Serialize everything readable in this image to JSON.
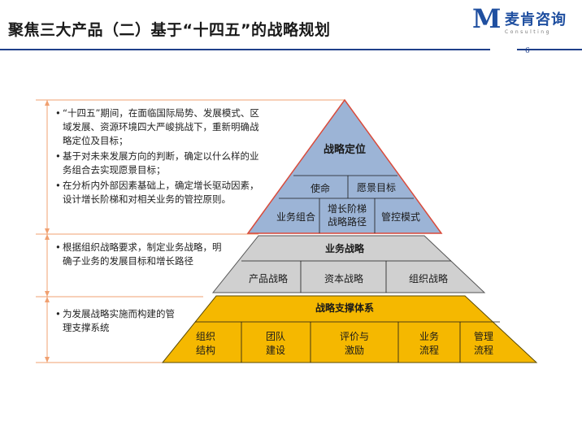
{
  "header": {
    "title": "聚焦三大产品（二）基于“十四五”的战略规划",
    "page_number": "6",
    "logo": {
      "mark": "M",
      "name": "麦肯咨询",
      "tagline": "Consulting"
    }
  },
  "left_bullets": {
    "top": [
      "“十四五”期间，在面临国际局势、发展模式、区域发展、资源环境四大严峻挑战下，重新明确战略定位及目标；",
      "基于对未来发展方向的判断，确定以什么样的业务组合去实现愿景目标；",
      "在分析内外部因素基础上，确定增长驱动因素，设计增长阶梯和对相关业务的管控原则。"
    ],
    "middle": [
      "根据组织战略要求，制定业务战略，明确子业务的发展目标和增长路径"
    ],
    "bottom": [
      "为发展战略实施而构建的管理支撑系统"
    ]
  },
  "pyramid": {
    "top": {
      "title": "战略定位",
      "row1": [
        "使命",
        "愿景目标"
      ],
      "row2": [
        "业务组合",
        "增长阶梯\n战略路径",
        "管控模式"
      ]
    },
    "middle": {
      "title": "业务战略",
      "cells": [
        "产品战略",
        "资本战略",
        "组织战略"
      ]
    },
    "bottom": {
      "title": "战略支撑体系",
      "cells": [
        "组织\n结构",
        "团队\n建设",
        "评价与\n激励",
        "业务\n流程",
        "管理\n流程"
      ]
    }
  },
  "colors": {
    "top_fill": "#9cb4d6",
    "middle_fill": "#d0d0d0",
    "bottom_fill": "#f5b800",
    "bracket": "#f0a070",
    "title_rule": "#1f3f8a"
  }
}
